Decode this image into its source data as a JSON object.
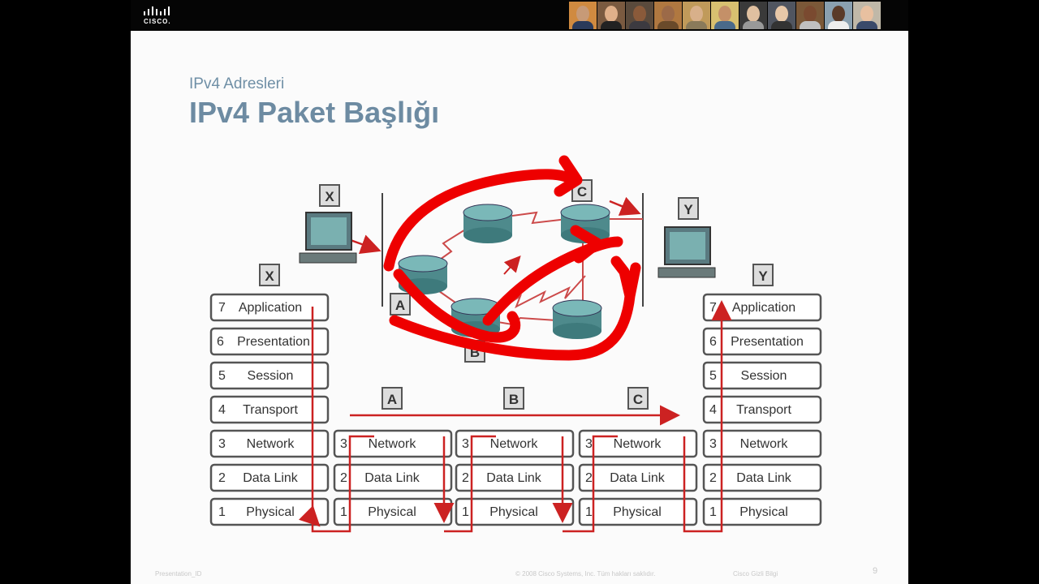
{
  "header": {
    "logo_text": "CISCO."
  },
  "slide": {
    "subtitle": "IPv4 Adresleri",
    "title": "IPv4 Paket Başlığı"
  },
  "diagram": {
    "host_x_label": "X",
    "host_y_label": "Y",
    "stack_x_label": "X",
    "stack_y_label": "Y",
    "router_labels": {
      "a": "A",
      "b": "B",
      "c": "C"
    },
    "path_labels": [
      "A",
      "B",
      "C"
    ],
    "layers_full": [
      {
        "num": "7",
        "name": "Application"
      },
      {
        "num": "6",
        "name": "Presentation"
      },
      {
        "num": "5",
        "name": "Session"
      },
      {
        "num": "4",
        "name": "Transport"
      },
      {
        "num": "3",
        "name": "Network"
      },
      {
        "num": "2",
        "name": "Data Link"
      },
      {
        "num": "1",
        "name": "Physical"
      }
    ],
    "layers_router": [
      {
        "num": "3",
        "name": "Network"
      },
      {
        "num": "2",
        "name": "Data Link"
      },
      {
        "num": "1",
        "name": "Physical"
      }
    ],
    "colors": {
      "route": "#cc2222",
      "annotation": "#ee0000",
      "router": "#4e8a8c",
      "slide_bg": "#fbfbfb"
    }
  },
  "footer": {
    "left": "Presentation_ID",
    "copyright": "© 2008 Cisco Systems, Inc. Tüm hakları saklıdır.",
    "confidential": "Cisco Gizli Bilgi",
    "page": "9"
  }
}
